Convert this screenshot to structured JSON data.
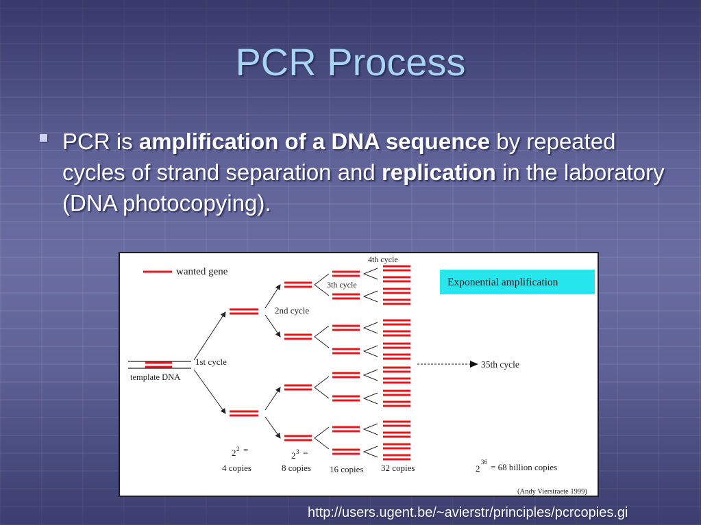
{
  "slide": {
    "title": "PCR Process",
    "bullet": {
      "part1": "PCR is ",
      "bold1": "amplification of a DNA sequence",
      "part2": " by repeated cycles of strand separation and ",
      "bold2": "replication",
      "part3": " in the laboratory (DNA photocopying)."
    },
    "source_url": "http://users.ugent.be/~avierstr/principles/pcrcopies.gi"
  },
  "figure": {
    "legend_label": "wanted gene",
    "template_label": "template DNA",
    "cycle1_label": "1st cycle",
    "cycle2_label": "2nd cycle",
    "cycle3_label": "3th cycle",
    "cycle4_label": "4th cycle",
    "cycle35_label": "35th cycle",
    "banner": "Exponential amplification",
    "exp4_base": "2",
    "exp4_sup": "2",
    "exp4_eq": "=",
    "copies4": "4 copies",
    "exp8_base": "2",
    "exp8_sup": "3",
    "exp8_eq": "=",
    "copies8": "8 copies",
    "copies16": "16 copies",
    "copies32": "32 copies",
    "final_base": "2",
    "final_sup": "36",
    "final_rest": "= 68 billion copies",
    "credit": "(Andy Vierstraete 1999)",
    "colors": {
      "strand": "#e8141c",
      "banner": "#27e6ee",
      "template": "#222222"
    }
  }
}
